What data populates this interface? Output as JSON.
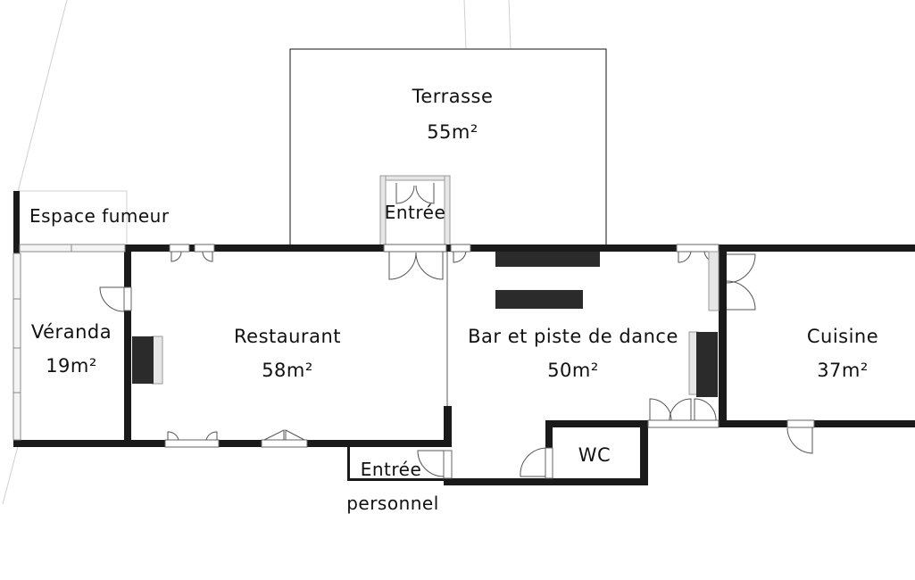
{
  "plan": {
    "rooms": {
      "terrasse": {
        "name": "Terrasse",
        "area": "55m²"
      },
      "entree": {
        "name": "Entrée"
      },
      "espace_fumeur": {
        "name": "Espace fumeur"
      },
      "veranda": {
        "name": "Véranda",
        "area": "19m²"
      },
      "restaurant": {
        "name": "Restaurant",
        "area": "58m²"
      },
      "bar": {
        "name": "Bar et piste de dance",
        "area": "50m²"
      },
      "cuisine": {
        "name": "Cuisine",
        "area": "37m²"
      },
      "wc": {
        "name": "WC"
      },
      "entree_personnel": {
        "line1": "Entrée",
        "line2": "personnel"
      }
    },
    "colors": {
      "walls": "#1a1a1a",
      "background": "#ffffff",
      "furniture": "#2b2b2b"
    }
  }
}
